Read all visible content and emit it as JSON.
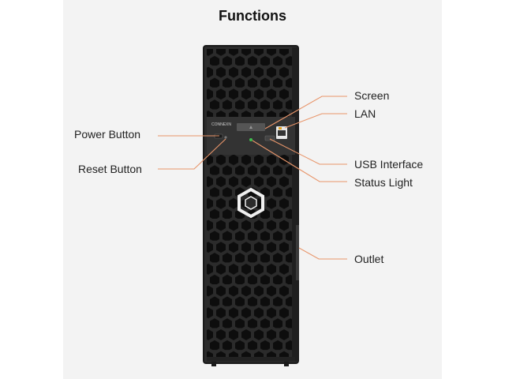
{
  "title": "Functions",
  "labels": {
    "screen": "Screen",
    "lan": "LAN",
    "power_button": "Power Button",
    "reset_button": "Reset Button",
    "usb_interface": "USB Interface",
    "status_light": "Status Light",
    "outlet": "Outlet"
  },
  "brand_text": "CONNEXN",
  "colors": {
    "panel_bg": "#f3f3f3",
    "chassis": "#2b2b2b",
    "chassis_edge": "#1a1a1a",
    "hex_hole": "#0d0d0d",
    "leader_line": "#e8956a",
    "status_light": "#3fbf4f",
    "port_accent": "#e0a020"
  },
  "icons": [
    "hexagon-logo-icon",
    "lan-port-icon",
    "usb-port-icon",
    "status-led-icon"
  ]
}
